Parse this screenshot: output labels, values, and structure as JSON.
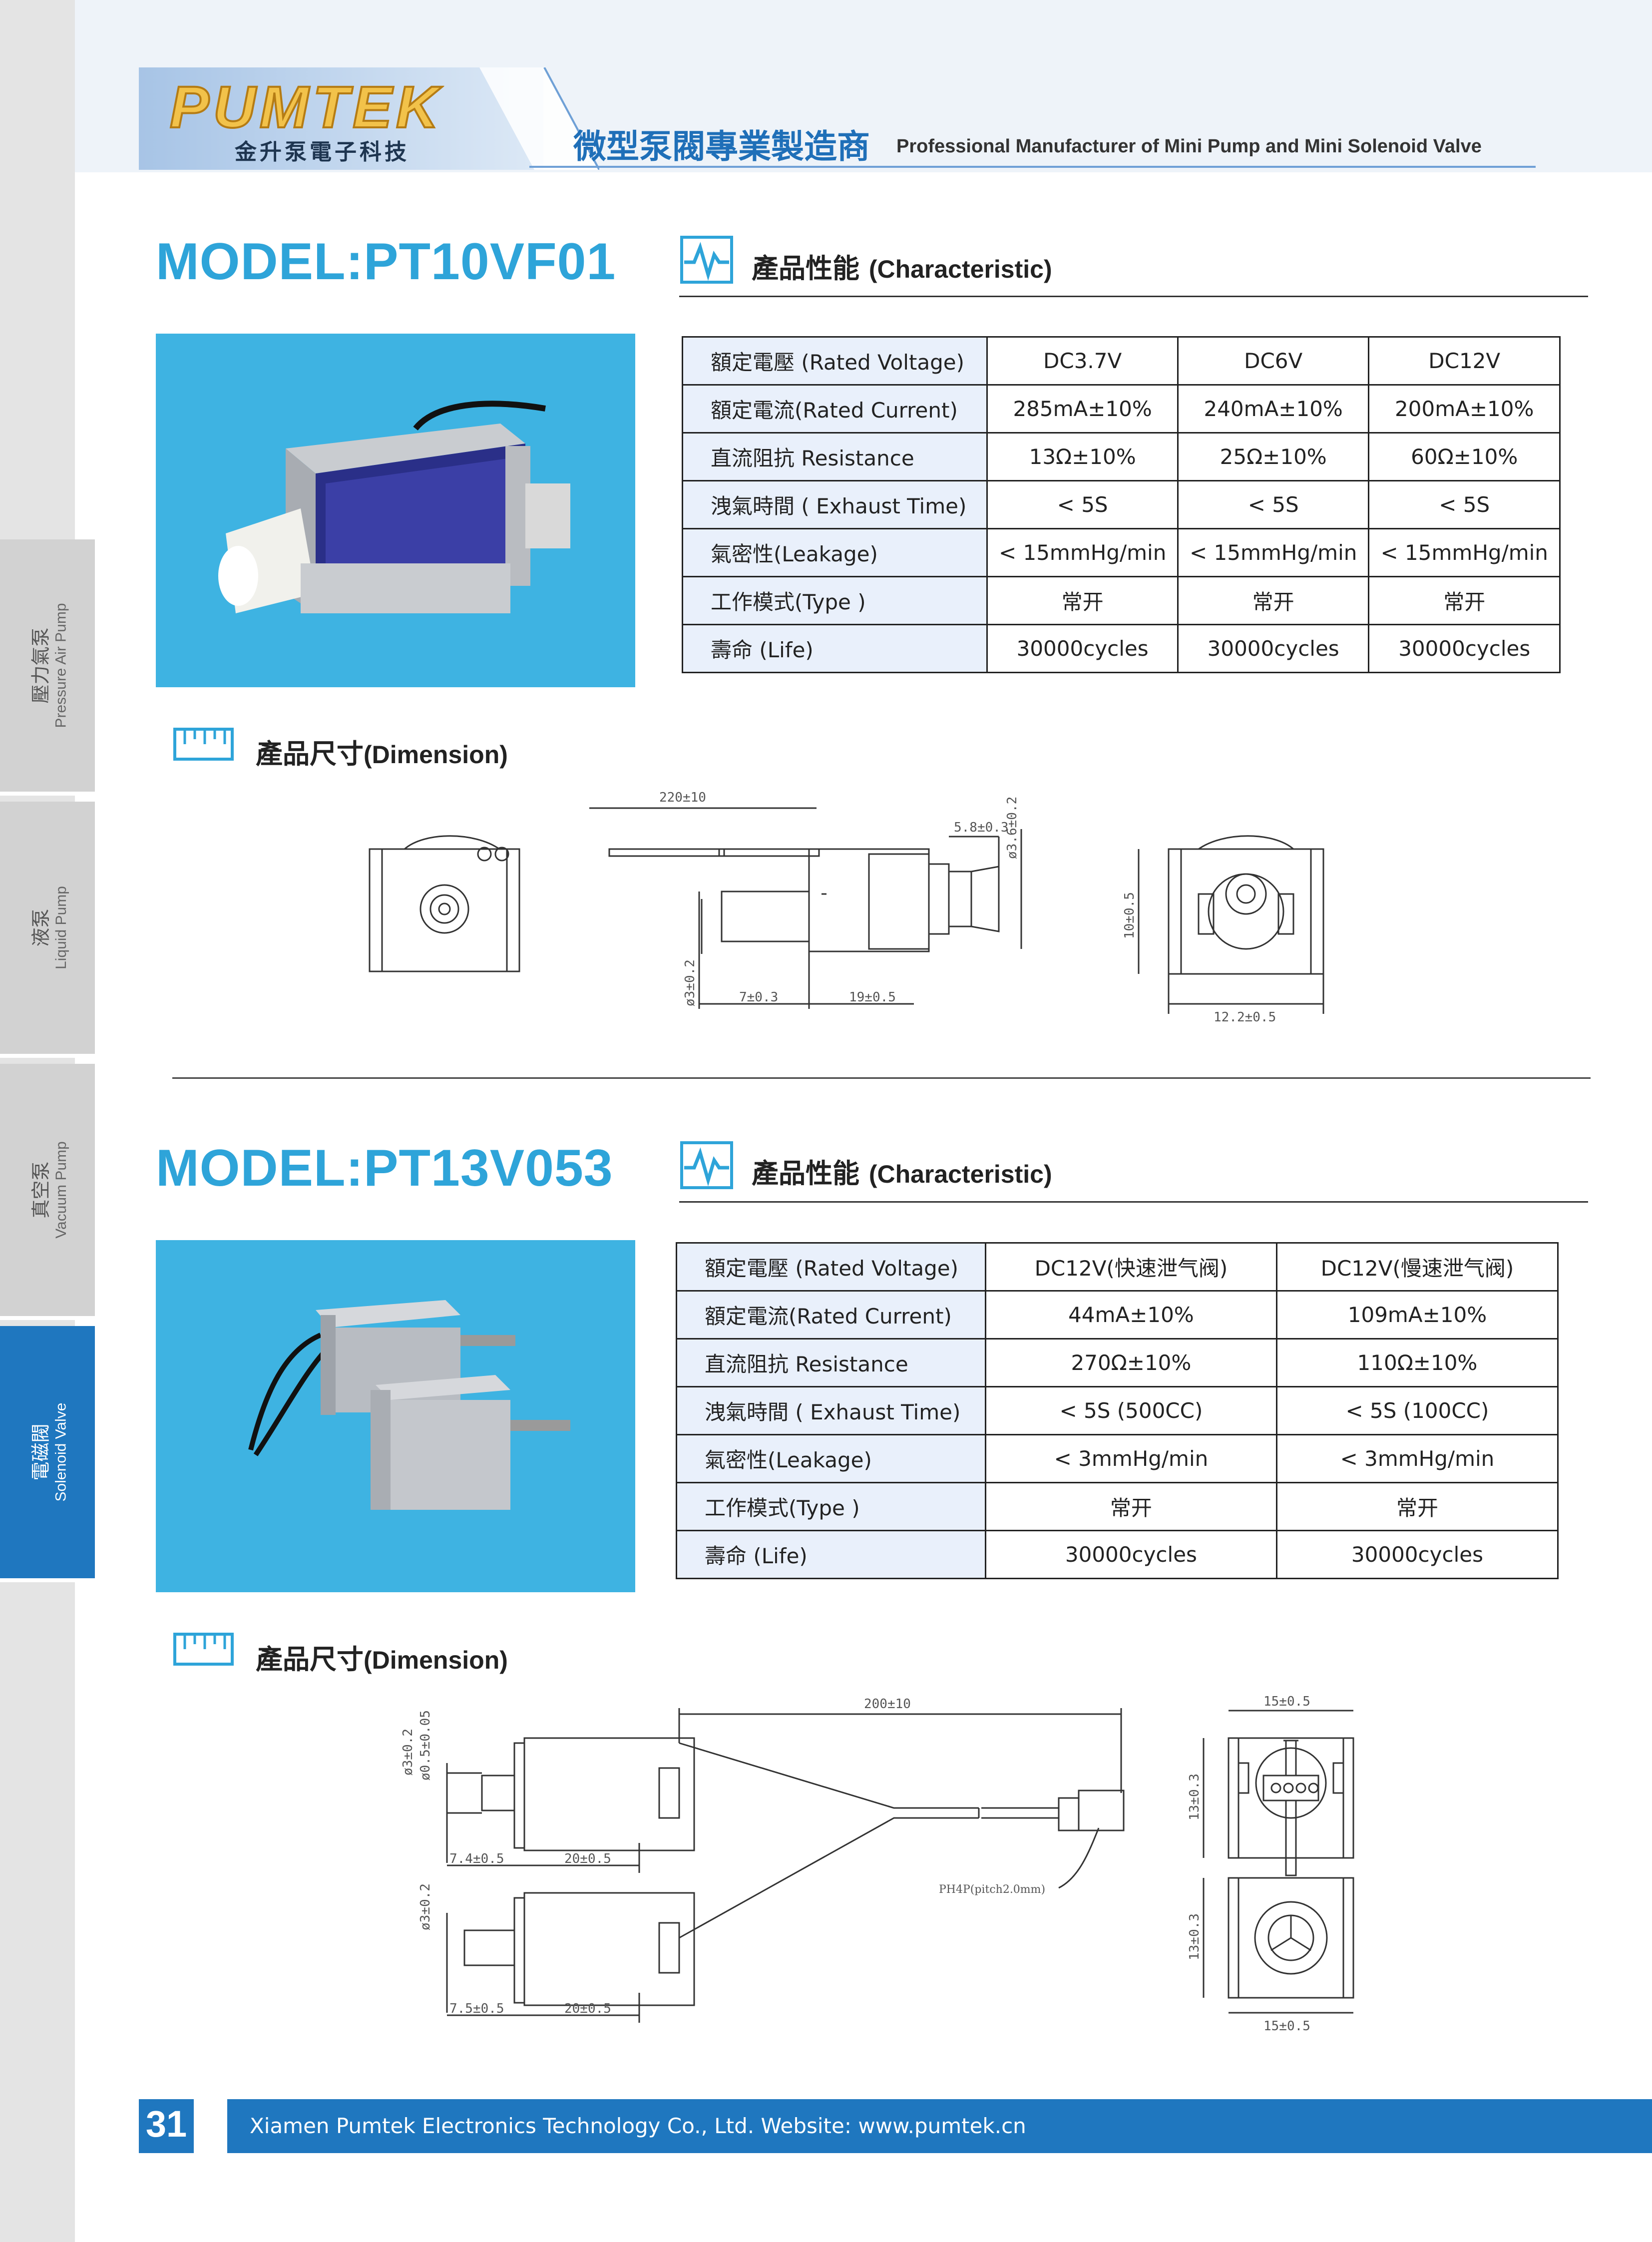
{
  "header": {
    "logo_text": "PUMTEK",
    "logo_subtitle": "金升泵電子科技",
    "tagline_cn": "微型泵閥專業製造商",
    "tagline_en": "Professional Manufacturer of Mini Pump and Mini Solenoid Valve"
  },
  "sidebar": {
    "tabs": [
      {
        "en": "Pressure Air Pump",
        "cn": "壓力氣泵",
        "active": false
      },
      {
        "en": "Liquid Pump",
        "cn": "液泵",
        "active": false
      },
      {
        "en": "Vacuum Pump",
        "cn": "真空泵",
        "active": false
      },
      {
        "en": "Solenoid Valve",
        "cn": "電磁閥",
        "active": true
      }
    ]
  },
  "model1": {
    "title": "MODEL:PT10VF01",
    "characteristic_cn": "產品性能",
    "characteristic_en": "(Characteristic)",
    "dimension_cn": "產品尺寸",
    "dimension_en": "(Dimension)",
    "table": {
      "rows": [
        {
          "label": "額定電壓 (Rated Voltage)",
          "values": [
            "DC3.7V",
            "DC6V",
            "DC12V"
          ]
        },
        {
          "label": "額定電流(Rated Current)",
          "values": [
            "285mA±10%",
            "240mA±10%",
            "200mA±10%"
          ]
        },
        {
          "label": "直流阻抗 Resistance",
          "values": [
            "13Ω±10%",
            "25Ω±10%",
            "60Ω±10%"
          ]
        },
        {
          "label": "洩氣時間 ( Exhaust Time)",
          "values": [
            "< 5S",
            "< 5S",
            "< 5S"
          ]
        },
        {
          "label": "氣密性(Leakage)",
          "values": [
            "< 15mmHg/min",
            "< 15mmHg/min",
            "< 15mmHg/min"
          ]
        },
        {
          "label": "工作模式(Type )",
          "values": [
            "常开",
            "常开",
            "常开"
          ]
        },
        {
          "label": "壽命 (Life)",
          "values": [
            "30000cycles",
            "30000cycles",
            "30000cycles"
          ]
        }
      ]
    },
    "dimensions": {
      "wire_length": "220±10",
      "d1": "5.8±0.3",
      "d2": "ø3.6±0.2",
      "d3": "ø3±0.2",
      "d4": "7±0.3",
      "d5": "19±0.5",
      "d6": "10±0.5",
      "d7": "12.2±0.5"
    }
  },
  "model2": {
    "title": "MODEL:PT13V053",
    "characteristic_cn": "產品性能",
    "characteristic_en": "(Characteristic)",
    "dimension_cn": "產品尺寸",
    "dimension_en": "(Dimension)",
    "table": {
      "rows": [
        {
          "label": "額定電壓 (Rated Voltage)",
          "values": [
            "DC12V(快速泄气阀)",
            "DC12V(慢速泄气阀)"
          ]
        },
        {
          "label": "額定電流(Rated Current)",
          "values": [
            "44mA±10%",
            "109mA±10%"
          ]
        },
        {
          "label": "直流阻抗 Resistance",
          "values": [
            "270Ω±10%",
            "110Ω±10%"
          ]
        },
        {
          "label": "洩氣時間 ( Exhaust Time)",
          "values": [
            "< 5S (500CC)",
            "< 5S (100CC)"
          ]
        },
        {
          "label": "氣密性(Leakage)",
          "values": [
            "< 3mmHg/min",
            "< 3mmHg/min"
          ]
        },
        {
          "label": "工作模式(Type )",
          "values": [
            "常开",
            "常开"
          ]
        },
        {
          "label": "壽命 (Life)",
          "values": [
            "30000cycles",
            "30000cycles"
          ]
        }
      ]
    },
    "dimensions": {
      "wire_length": "200±10",
      "d1": "ø3±0.2",
      "d2": "ø0.5±0.05",
      "d3": "7.4±0.5",
      "d4": "20±0.5",
      "d5": "ø3±0.2",
      "d6": "7.5±0.5",
      "d7": "20±0.5",
      "d8": "15±0.5",
      "d9": "13±0.3",
      "d10": "13±0.3",
      "d11": "15±0.5",
      "connector": "PH4P(pitch2.0mm)"
    }
  },
  "footer": {
    "page_number": "31",
    "text": "Xiamen Pumtek Electronics Technology Co., Ltd.  Website: www.pumtek.cn"
  },
  "colors": {
    "accent_blue": "#1f77bf",
    "title_blue": "#2ea4d9",
    "photo_bg": "#3eb3e2",
    "table_label_bg": "#e9f0fb"
  }
}
